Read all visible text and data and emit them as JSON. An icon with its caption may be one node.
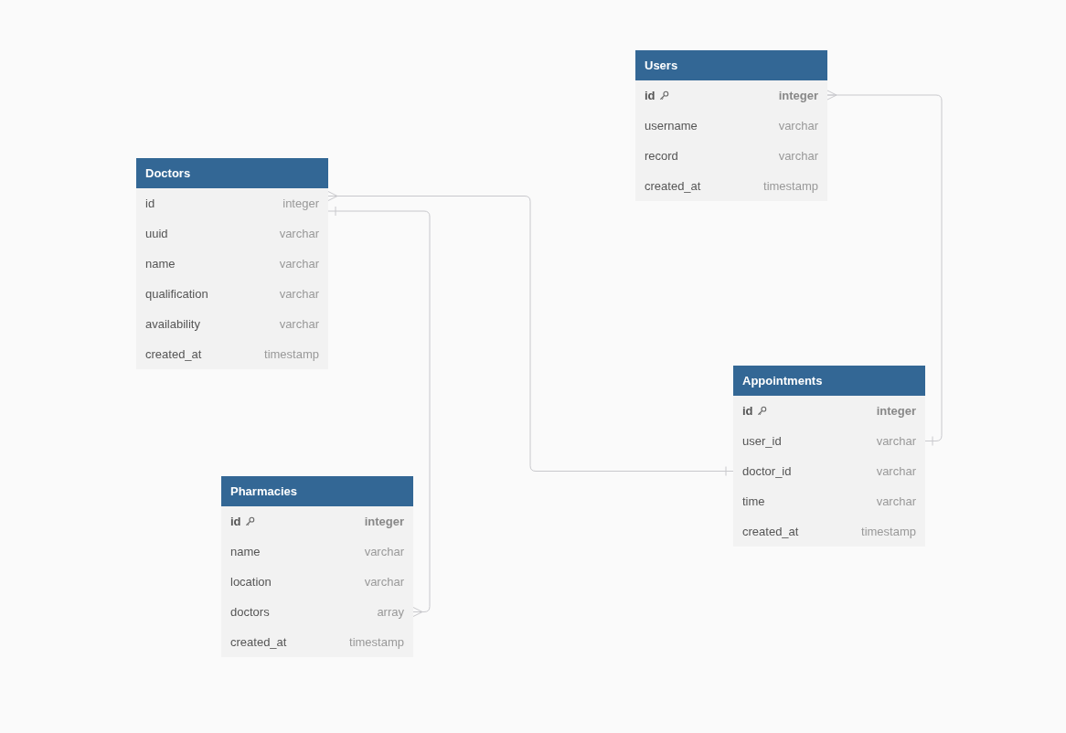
{
  "diagram": {
    "nodes": [
      {
        "text": [
          "Users"
        ]
      },
      {
        "text": [
          "id",
          "integer"
        ],
        "in": 0
      },
      {
        "text": [
          "username",
          "varchar"
        ],
        "in": 0
      },
      {
        "text": [
          "record",
          "varchar"
        ],
        "in": 0
      },
      {
        "text": [
          "created_at",
          "timestamp"
        ],
        "in": 0
      },
      {
        "text": [
          "Doctors"
        ]
      },
      {
        "text": [
          "id",
          "integer"
        ],
        "in": 5
      },
      {
        "text": [
          "uuid",
          "varchar"
        ],
        "in": 5
      },
      {
        "text": [
          "name",
          "varchar"
        ],
        "in": 5
      },
      {
        "text": [
          "qualification",
          "varchar"
        ],
        "in": 5
      },
      {
        "text": [
          "availability",
          "varchar"
        ],
        "in": 5
      },
      {
        "text": [
          "created_at",
          "timestamp"
        ],
        "in": 5
      },
      {
        "text": [
          "Appointments"
        ]
      },
      {
        "text": [
          "id",
          "integer"
        ],
        "in": 12
      },
      {
        "text": [
          "user_id",
          "varchar"
        ],
        "in": 12
      },
      {
        "text": [
          "doctor_id",
          "varchar"
        ],
        "in": 12
      },
      {
        "text": [
          "time",
          "varchar"
        ],
        "in": 12
      },
      {
        "text": [
          "created_at",
          "timestamp"
        ],
        "in": 12
      },
      {
        "text": [
          "Pharmacies"
        ]
      },
      {
        "text": [
          "id",
          "integer"
        ],
        "in": 18
      },
      {
        "text": [
          "name",
          "varchar"
        ],
        "in": 18
      },
      {
        "text": [
          "location",
          "varchar"
        ],
        "in": 18
      },
      {
        "text": [
          "doctors",
          "array"
        ],
        "in": 18
      },
      {
        "text": [
          "created_at",
          "timestamp"
        ],
        "in": 18
      }
    ],
    "edges": [
      {
        "from": 1,
        "to": 14,
        "arrow": "other"
      },
      {
        "from": 6,
        "to": 15,
        "arrow": "other"
      },
      {
        "from": 22,
        "to": 6,
        "arrow": "other"
      }
    ]
  }
}
